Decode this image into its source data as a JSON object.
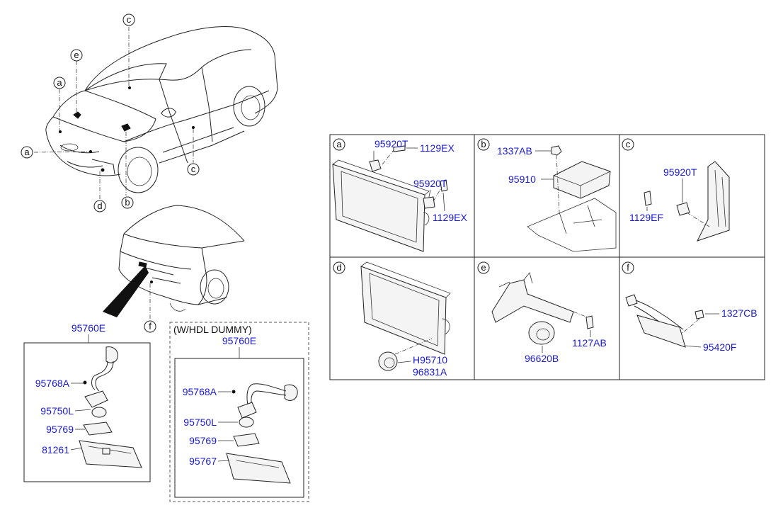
{
  "callouts": {
    "a": "a",
    "b": "b",
    "c": "c",
    "d": "d",
    "e": "e",
    "f": "f"
  },
  "rear_detail": {
    "assembly": "95760E",
    "parts": [
      "95768A",
      "95750L",
      "95769",
      "81261"
    ]
  },
  "hdl_dummy": {
    "title": "(W/HDL DUMMY)",
    "assembly": "95760E",
    "parts": [
      "95768A",
      "95750L",
      "95769",
      "95767"
    ]
  },
  "panels": {
    "a": {
      "letter": "a",
      "parts": [
        "95920T",
        "1129EX",
        "95920T",
        "1129EX"
      ]
    },
    "b": {
      "letter": "b",
      "parts": [
        "1337AB",
        "95910"
      ]
    },
    "c": {
      "letter": "c",
      "parts": [
        "95920T",
        "1129EF"
      ]
    },
    "d": {
      "letter": "d",
      "parts": [
        "H95710",
        "96831A"
      ]
    },
    "e": {
      "letter": "e",
      "parts": [
        "1127AB",
        "96620B"
      ]
    },
    "f": {
      "letter": "f",
      "parts": [
        "1327CB",
        "95420F"
      ]
    }
  }
}
